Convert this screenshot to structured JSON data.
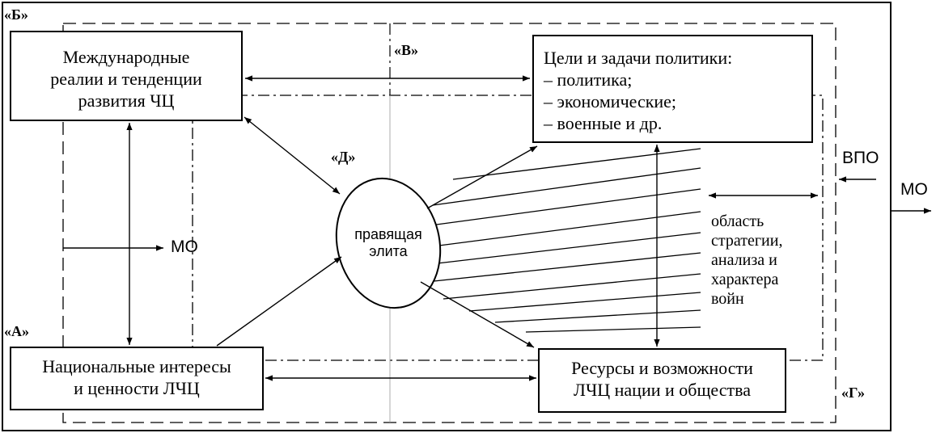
{
  "zones": {
    "a": "«А»",
    "b": "«Б»",
    "v": "«В»",
    "g": "«Г»",
    "d": "«Д»"
  },
  "boxes": {
    "international": {
      "lines": [
        "Международные",
        "реалии и тенденции",
        "развития ЧЦ"
      ]
    },
    "goals": {
      "lines": [
        "Цели и задачи политики:",
        "– политика;",
        "– экономические;",
        "– военные и др."
      ]
    },
    "national": {
      "lines": [
        "Национальные интересы",
        "и ценности ЛЧЦ"
      ]
    },
    "resources": {
      "lines": [
        "Ресурсы и возможности",
        "ЛЧЦ нации и общества"
      ]
    }
  },
  "elite": {
    "lines": [
      "правящая",
      "элита"
    ]
  },
  "area": {
    "lines": [
      "область",
      "стратегии,",
      "анализа и",
      "характера",
      "войн"
    ]
  },
  "labels": {
    "mo_inner": "МО",
    "mo_outer": "МО",
    "vpo": "ВПО"
  },
  "colors": {
    "ink": "#000000",
    "background": "#ffffff"
  }
}
